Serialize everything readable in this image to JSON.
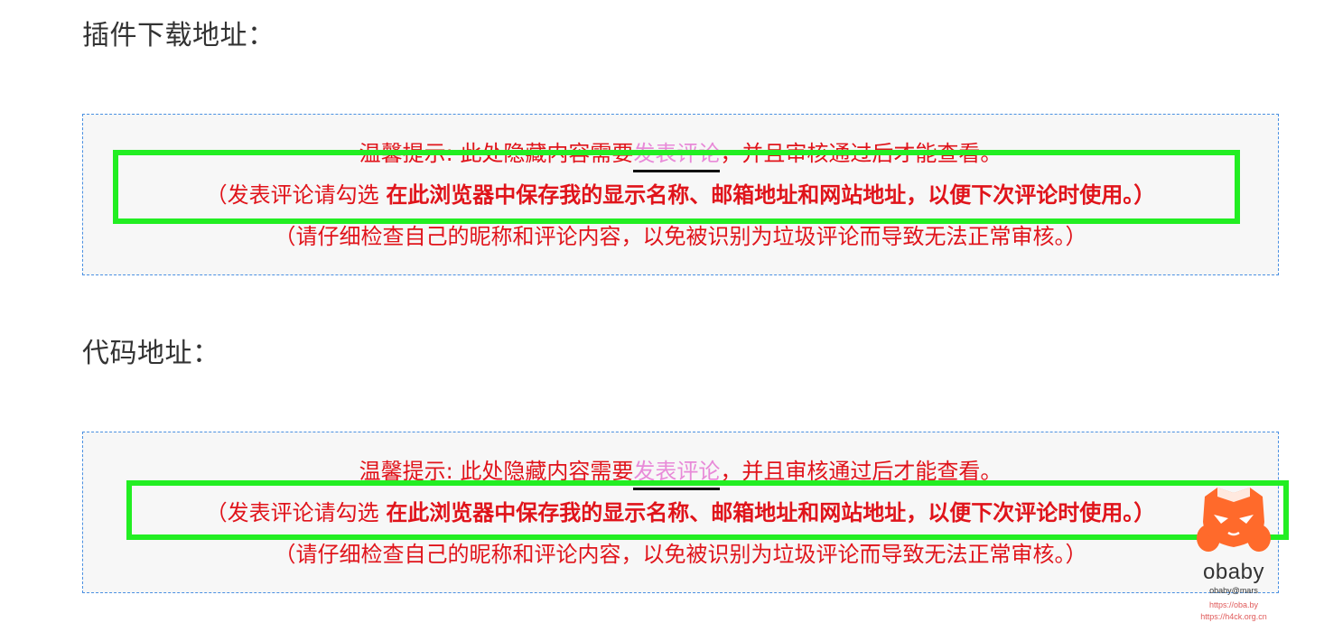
{
  "sections": [
    {
      "heading": "插件下载地址：",
      "tip": {
        "line1_prefix": "温馨提示: 此处隐藏内容需要",
        "link": "发表评论",
        "line1_suffix": "，并且审核通过后才能查看。",
        "line2_prefix": "（发表评论请勾选 ",
        "line2_bold": "在此浏览器中保存我的显示名称、邮箱地址和网站地址，以便下次评论时使用。）",
        "line3": "（请仔细检查自己的昵称和评论内容，以免被识别为垃圾评论而导致无法正常审核。）"
      }
    },
    {
      "heading": "代码地址：",
      "tip": {
        "line1_prefix": "温馨提示: 此处隐藏内容需要",
        "link": "发表评论",
        "line1_suffix": "，并且审核通过后才能查看。",
        "line2_prefix": "（发表评论请勾选 ",
        "line2_bold": "在此浏览器中保存我的显示名称、邮箱地址和网站地址，以便下次评论时使用。）",
        "line3": "（请仔细检查自己的昵称和评论内容，以免被识别为垃圾评论而导致无法正常审核。）"
      }
    }
  ],
  "watermark": {
    "name": "obaby",
    "sub": "obaby@mars",
    "url1": "https://oba.by",
    "url2": "https://h4ck.org.cn"
  },
  "colors": {
    "tip_text": "#e0141b",
    "link": "#e88ad8",
    "highlight_frame": "#22ee22",
    "box_border": "#4a90e2",
    "box_bg": "#f7f7f7"
  }
}
